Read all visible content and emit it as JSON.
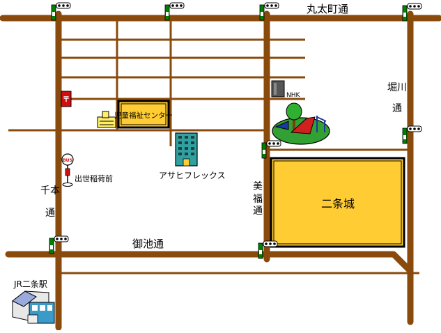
{
  "colors": {
    "road": "#8a4a0c",
    "castle": "#ffcc33",
    "signal": "#008000",
    "center_label_bg": "#ffcc33",
    "building": "#30a0a0",
    "postbox": "#d01010"
  },
  "roads": {
    "marutamachi": "丸太町通",
    "horikawa_top": "堀川",
    "horikawa_bottom": "通",
    "senbon_top": "千本",
    "senbon_bottom": "通",
    "mibu_1": "美",
    "mibu_2": "福",
    "mibu_3": "通",
    "oike": "御池通"
  },
  "landmarks": {
    "nhk": "NHK",
    "children_center": "児童福祉センター",
    "asahi_flex": "アサヒフレックス",
    "bus_stop": "出世稲荷前",
    "bus_sign": "BUS",
    "nijo_castle": "二条城",
    "jr_station": "JR二条駅"
  },
  "icons": {
    "signal": "traffic-signal-icon",
    "bus": "bus-stop-icon",
    "post": "postbox-icon",
    "school": "school-icon",
    "park": "park-icon",
    "station": "train-station-icon"
  }
}
